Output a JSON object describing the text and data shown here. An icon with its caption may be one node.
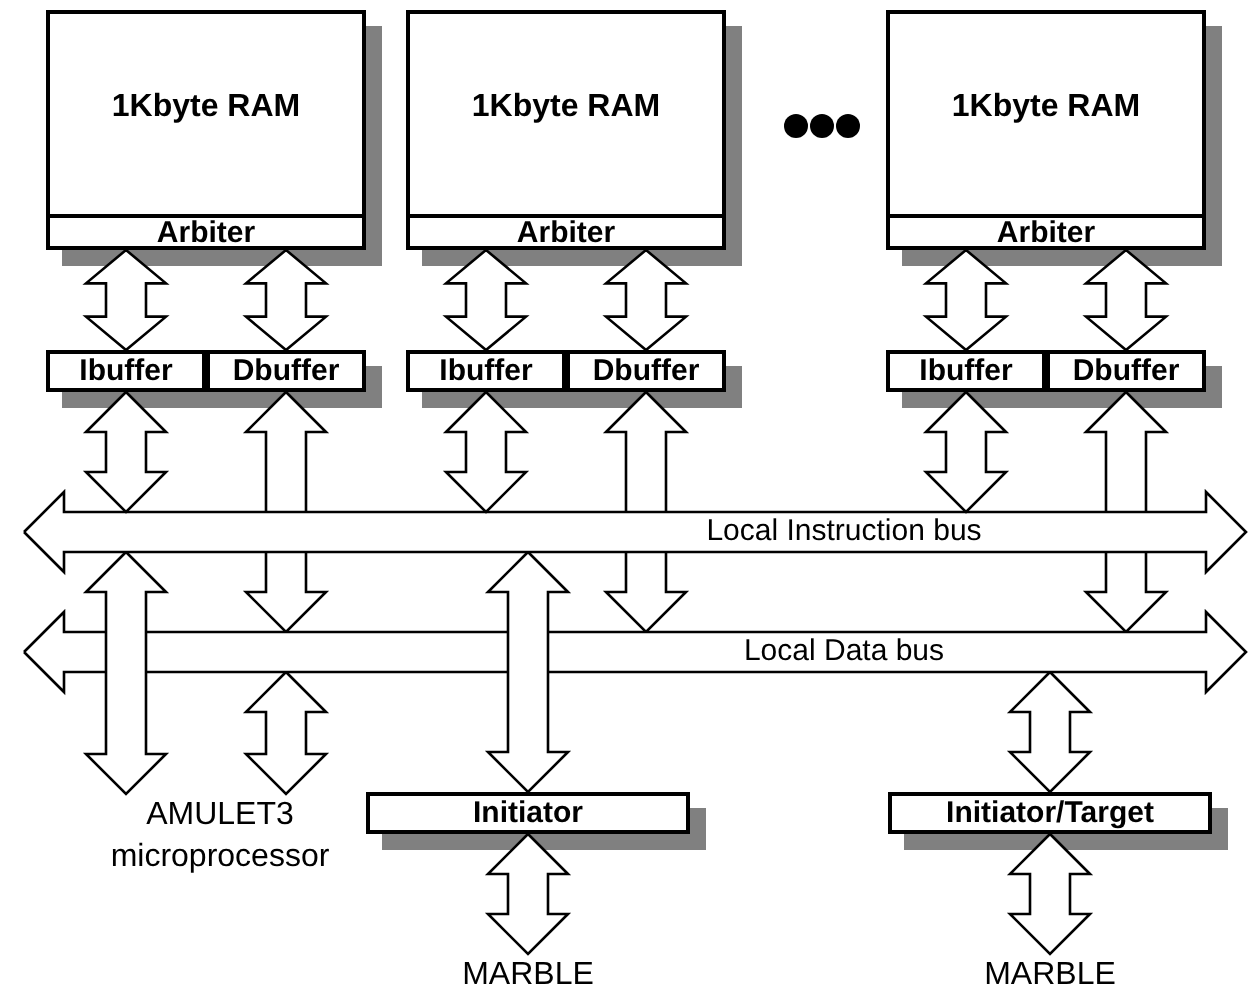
{
  "diagram": {
    "nodes": [
      {
        "text": [
          "1Kbyte RAM"
        ]
      },
      {
        "text": [
          "Arbiter"
        ],
        "in": 0
      },
      {
        "text": [
          "Ibuffer"
        ]
      },
      {
        "text": [
          "Dbuffer"
        ]
      },
      {
        "text": [
          "1Kbyte RAM"
        ]
      },
      {
        "text": [
          "Arbiter"
        ],
        "in": 4
      },
      {
        "text": [
          "Ibuffer"
        ]
      },
      {
        "text": [
          "Dbuffer"
        ]
      },
      {
        "text": [
          "1Kbyte RAM"
        ]
      },
      {
        "text": [
          "Arbiter"
        ],
        "in": 8
      },
      {
        "text": [
          "Ibuffer"
        ]
      },
      {
        "text": [
          "Dbuffer"
        ]
      },
      {
        "text": [
          "Local Instruction bus"
        ]
      },
      {
        "text": [
          "Local Data bus"
        ]
      },
      {
        "text": [
          "AMULET3 microprocessor"
        ]
      },
      {
        "text": [
          "Initiator"
        ]
      },
      {
        "text": [
          "Initiator/Target"
        ]
      },
      {
        "text": [
          "MARBLE"
        ]
      },
      {
        "text": [
          "MARBLE"
        ]
      }
    ],
    "edges": [
      {
        "from": 1,
        "to": 2,
        "arrow": "both"
      },
      {
        "from": 1,
        "to": 3,
        "arrow": "both"
      },
      {
        "from": 5,
        "to": 6,
        "arrow": "both"
      },
      {
        "from": 5,
        "to": 7,
        "arrow": "both"
      },
      {
        "from": 9,
        "to": 10,
        "arrow": "both"
      },
      {
        "from": 9,
        "to": 11,
        "arrow": "both"
      },
      {
        "from": 2,
        "to": 12,
        "arrow": "both"
      },
      {
        "from": 3,
        "to": 13,
        "arrow": "both"
      },
      {
        "from": 6,
        "to": 12,
        "arrow": "both"
      },
      {
        "from": 7,
        "to": 13,
        "arrow": "both"
      },
      {
        "from": 10,
        "to": 12,
        "arrow": "both"
      },
      {
        "from": 11,
        "to": 13,
        "arrow": "both"
      },
      {
        "from": 12,
        "to": 14,
        "arrow": "both"
      },
      {
        "from": 13,
        "to": 14,
        "arrow": "both"
      },
      {
        "from": 12,
        "to": 15,
        "arrow": "both"
      },
      {
        "from": 13,
        "to": 16,
        "arrow": "both"
      },
      {
        "from": 15,
        "to": 17,
        "arrow": "both"
      },
      {
        "from": 16,
        "to": 18,
        "arrow": "both"
      }
    ]
  }
}
